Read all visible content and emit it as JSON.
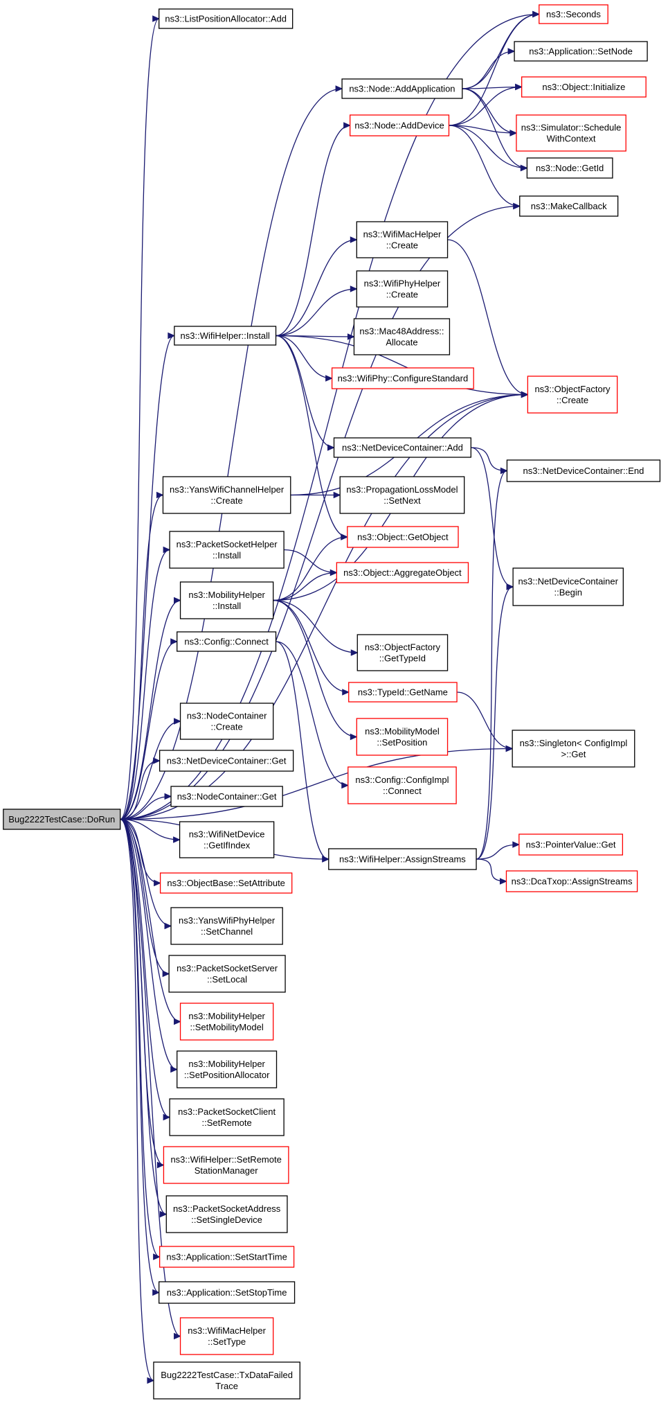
{
  "graph": {
    "nodes": [
      {
        "id": "root",
        "lines": [
          "Bug2222TestCase::DoRun"
        ],
        "border": "gray",
        "interactable": true
      },
      {
        "id": "listpos",
        "lines": [
          "ns3::ListPositionAllocator::Add"
        ],
        "border": "black"
      },
      {
        "id": "seconds",
        "lines": [
          "ns3::Seconds"
        ],
        "border": "red"
      },
      {
        "id": "setnode",
        "lines": [
          "ns3::Application::SetNode"
        ],
        "border": "black"
      },
      {
        "id": "addapp",
        "lines": [
          "ns3::Node::AddApplication"
        ],
        "border": "black"
      },
      {
        "id": "objinit",
        "lines": [
          "ns3::Object::Initialize"
        ],
        "border": "red"
      },
      {
        "id": "adddevice",
        "lines": [
          "ns3::Node::AddDevice"
        ],
        "border": "red"
      },
      {
        "id": "schedule",
        "lines": [
          "ns3::Simulator::Schedule",
          "WithContext"
        ],
        "border": "red"
      },
      {
        "id": "getid",
        "lines": [
          "ns3::Node::GetId"
        ],
        "border": "black"
      },
      {
        "id": "makecb",
        "lines": [
          "ns3::MakeCallback"
        ],
        "border": "black"
      },
      {
        "id": "wifimaccreate",
        "lines": [
          "ns3::WifiMacHelper",
          "::Create"
        ],
        "border": "black"
      },
      {
        "id": "wifiphycreate",
        "lines": [
          "ns3::WifiPhyHelper",
          "::Create"
        ],
        "border": "black"
      },
      {
        "id": "wifiinstall",
        "lines": [
          "ns3::WifiHelper::Install"
        ],
        "border": "black"
      },
      {
        "id": "mac48",
        "lines": [
          "ns3::Mac48Address::",
          "Allocate"
        ],
        "border": "black"
      },
      {
        "id": "configstd",
        "lines": [
          "ns3::WifiPhy::ConfigureStandard"
        ],
        "border": "red"
      },
      {
        "id": "objfactcreate",
        "lines": [
          "ns3::ObjectFactory",
          "::Create"
        ],
        "border": "red"
      },
      {
        "id": "ndcadd",
        "lines": [
          "ns3::NetDeviceContainer::Add"
        ],
        "border": "black"
      },
      {
        "id": "ndcend",
        "lines": [
          "ns3::NetDeviceContainer::End"
        ],
        "border": "black"
      },
      {
        "id": "yanschcreate",
        "lines": [
          "ns3::YansWifiChannelHelper",
          "::Create"
        ],
        "border": "black"
      },
      {
        "id": "proploss",
        "lines": [
          "ns3::PropagationLossModel",
          "::SetNext"
        ],
        "border": "black"
      },
      {
        "id": "pshinstall",
        "lines": [
          "ns3::PacketSocketHelper",
          "::Install"
        ],
        "border": "black"
      },
      {
        "id": "getobject",
        "lines": [
          "ns3::Object::GetObject"
        ],
        "border": "red"
      },
      {
        "id": "aggregate",
        "lines": [
          "ns3::Object::AggregateObject"
        ],
        "border": "red"
      },
      {
        "id": "ndcbegin",
        "lines": [
          "ns3::NetDeviceContainer",
          "::Begin"
        ],
        "border": "black"
      },
      {
        "id": "mobinstall",
        "lines": [
          "ns3::MobilityHelper",
          "::Install"
        ],
        "border": "black"
      },
      {
        "id": "configconnect",
        "lines": [
          "ns3::Config::Connect"
        ],
        "border": "black"
      },
      {
        "id": "ofgettypeid",
        "lines": [
          "ns3::ObjectFactory",
          "::GetTypeId"
        ],
        "border": "black"
      },
      {
        "id": "typeidname",
        "lines": [
          "ns3::TypeId::GetName"
        ],
        "border": "red"
      },
      {
        "id": "singleton",
        "lines": [
          "ns3::Singleton< ConfigImpl",
          ">::Get"
        ],
        "border": "black"
      },
      {
        "id": "setposition",
        "lines": [
          "ns3::MobilityModel",
          "::SetPosition"
        ],
        "border": "red"
      },
      {
        "id": "nccreate",
        "lines": [
          "ns3::NodeContainer",
          "::Create"
        ],
        "border": "black"
      },
      {
        "id": "configimpl",
        "lines": [
          "ns3::Config::ConfigImpl",
          "::Connect"
        ],
        "border": "red"
      },
      {
        "id": "ndcget",
        "lines": [
          "ns3::NetDeviceContainer::Get"
        ],
        "border": "black"
      },
      {
        "id": "ncget",
        "lines": [
          "ns3::NodeContainer::Get"
        ],
        "border": "black"
      },
      {
        "id": "ifindex",
        "lines": [
          "ns3::WifiNetDevice",
          "::GetIfIndex"
        ],
        "border": "black"
      },
      {
        "id": "assignstreams",
        "lines": [
          "ns3::WifiHelper::AssignStreams"
        ],
        "border": "black"
      },
      {
        "id": "pointerget",
        "lines": [
          "ns3::PointerValue::Get"
        ],
        "border": "red"
      },
      {
        "id": "dcatxop",
        "lines": [
          "ns3::DcaTxop::AssignStreams"
        ],
        "border": "red"
      },
      {
        "id": "setattr",
        "lines": [
          "ns3::ObjectBase::SetAttribute"
        ],
        "border": "red"
      },
      {
        "id": "setchannel",
        "lines": [
          "ns3::YansWifiPhyHelper",
          "::SetChannel"
        ],
        "border": "black"
      },
      {
        "id": "setlocal",
        "lines": [
          "ns3::PacketSocketServer",
          "::SetLocal"
        ],
        "border": "black"
      },
      {
        "id": "setmobmodel",
        "lines": [
          "ns3::MobilityHelper",
          "::SetMobilityModel"
        ],
        "border": "red"
      },
      {
        "id": "setposalloc",
        "lines": [
          "ns3::MobilityHelper",
          "::SetPositionAllocator"
        ],
        "border": "black"
      },
      {
        "id": "setremote",
        "lines": [
          "ns3::PacketSocketClient",
          "::SetRemote"
        ],
        "border": "black"
      },
      {
        "id": "setremotesm",
        "lines": [
          "ns3::WifiHelper::SetRemote",
          "StationManager"
        ],
        "border": "red"
      },
      {
        "id": "setsingledev",
        "lines": [
          "ns3::PacketSocketAddress",
          "::SetSingleDevice"
        ],
        "border": "black"
      },
      {
        "id": "setstart",
        "lines": [
          "ns3::Application::SetStartTime"
        ],
        "border": "red"
      },
      {
        "id": "setstop",
        "lines": [
          "ns3::Application::SetStopTime"
        ],
        "border": "black"
      },
      {
        "id": "settype",
        "lines": [
          "ns3::WifiMacHelper",
          "::SetType"
        ],
        "border": "red"
      },
      {
        "id": "txfailed",
        "lines": [
          "Bug2222TestCase::TxDataFailed",
          "Trace"
        ],
        "border": "black"
      }
    ],
    "edges": [
      [
        "root",
        "listpos"
      ],
      [
        "root",
        "seconds"
      ],
      [
        "root",
        "addapp"
      ],
      [
        "root",
        "makecb"
      ],
      [
        "root",
        "wifiinstall"
      ],
      [
        "root",
        "objfactcreate"
      ],
      [
        "root",
        "yanschcreate"
      ],
      [
        "root",
        "pshinstall"
      ],
      [
        "root",
        "mobinstall"
      ],
      [
        "root",
        "configconnect"
      ],
      [
        "root",
        "singleton"
      ],
      [
        "root",
        "nccreate"
      ],
      [
        "root",
        "ndcget"
      ],
      [
        "root",
        "ncget"
      ],
      [
        "root",
        "ifindex"
      ],
      [
        "root",
        "setattr"
      ],
      [
        "root",
        "setchannel"
      ],
      [
        "root",
        "setlocal"
      ],
      [
        "root",
        "setmobmodel"
      ],
      [
        "root",
        "setposalloc"
      ],
      [
        "root",
        "setremote"
      ],
      [
        "root",
        "setremotesm"
      ],
      [
        "root",
        "setsingledev"
      ],
      [
        "root",
        "setstart"
      ],
      [
        "root",
        "setstop"
      ],
      [
        "root",
        "settype"
      ],
      [
        "root",
        "txfailed"
      ],
      [
        "root",
        "assignstreams"
      ],
      [
        "addapp",
        "seconds"
      ],
      [
        "addapp",
        "setnode"
      ],
      [
        "addapp",
        "objinit"
      ],
      [
        "addapp",
        "schedule"
      ],
      [
        "addapp",
        "getid"
      ],
      [
        "adddevice",
        "seconds"
      ],
      [
        "adddevice",
        "objinit"
      ],
      [
        "adddevice",
        "schedule"
      ],
      [
        "adddevice",
        "getid"
      ],
      [
        "adddevice",
        "makecb"
      ],
      [
        "wifiinstall",
        "adddevice"
      ],
      [
        "wifiinstall",
        "objfactcreate"
      ],
      [
        "wifiinstall",
        "wifimaccreate"
      ],
      [
        "wifiinstall",
        "wifiphycreate"
      ],
      [
        "wifiinstall",
        "mac48"
      ],
      [
        "wifiinstall",
        "configstd"
      ],
      [
        "wifiinstall",
        "ndcadd"
      ],
      [
        "wifiinstall",
        "getobject"
      ],
      [
        "wifimaccreate",
        "objfactcreate"
      ],
      [
        "ndcadd",
        "ndcend"
      ],
      [
        "ndcadd",
        "ndcbegin"
      ],
      [
        "yanschcreate",
        "objfactcreate"
      ],
      [
        "yanschcreate",
        "proploss"
      ],
      [
        "pshinstall",
        "aggregate"
      ],
      [
        "mobinstall",
        "getobject"
      ],
      [
        "mobinstall",
        "aggregate"
      ],
      [
        "mobinstall",
        "objfactcreate"
      ],
      [
        "mobinstall",
        "ofgettypeid"
      ],
      [
        "mobinstall",
        "typeidname"
      ],
      [
        "mobinstall",
        "setposition"
      ],
      [
        "configconnect",
        "configimpl"
      ],
      [
        "configconnect",
        "assignstreams"
      ],
      [
        "typeidname",
        "singleton"
      ],
      [
        "assignstreams",
        "pointerget"
      ],
      [
        "assignstreams",
        "dcatxop"
      ],
      [
        "assignstreams",
        "ndcend"
      ],
      [
        "assignstreams",
        "ndcbegin"
      ]
    ]
  }
}
